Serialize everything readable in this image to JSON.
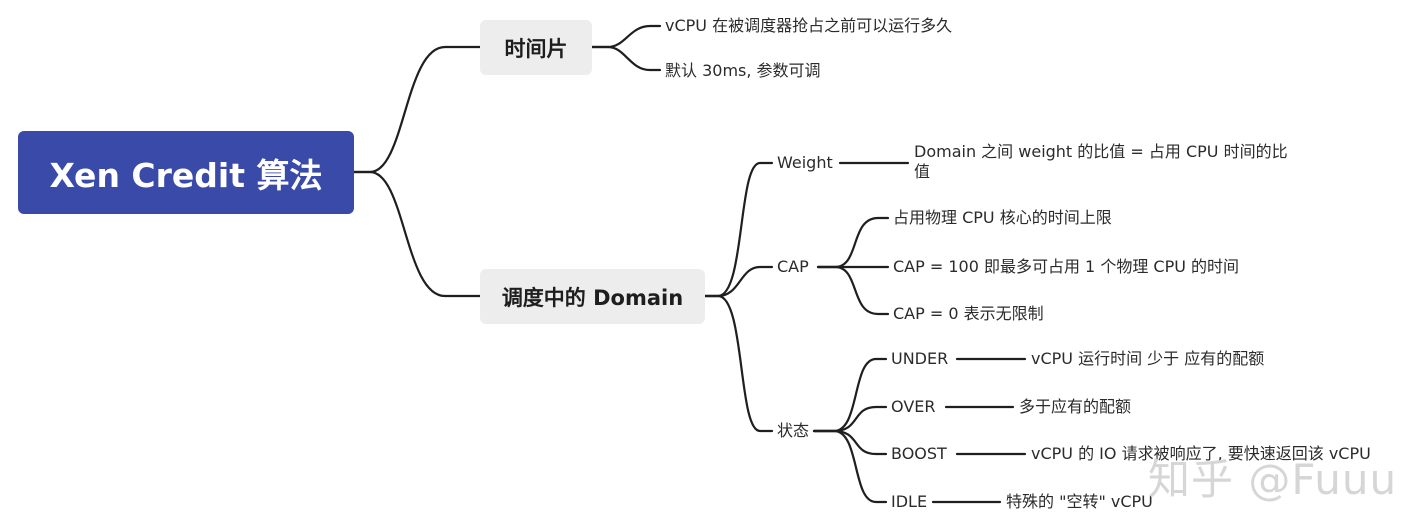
{
  "root": {
    "label": "Xen Credit 算法"
  },
  "time_slice": {
    "label": "时间片",
    "items": [
      "vCPU 在被调度器抢占之前可以运行多久",
      "默认 30ms, 参数可调"
    ]
  },
  "domain": {
    "label": "调度中的 Domain",
    "weight": {
      "label": "Weight",
      "desc": "Domain 之间 weight 的比值 = 占用 CPU 时间的比值"
    },
    "cap": {
      "label": "CAP",
      "items": [
        "占用物理 CPU 核心的时间上限",
        "CAP = 100 即最多可占用 1 个物理 CPU 的时间",
        "CAP = 0 表示无限制"
      ]
    },
    "state": {
      "label": "状态",
      "items": [
        {
          "name": "UNDER",
          "desc": "vCPU 运行时间 少于 应有的配额"
        },
        {
          "name": "OVER",
          "desc": "多于应有的配额"
        },
        {
          "name": "BOOST",
          "desc": "vCPU 的 IO 请求被响应了, 要快速返回该 vCPU"
        },
        {
          "name": "IDLE",
          "desc": "特殊的 \"空转\" vCPU"
        }
      ]
    }
  },
  "watermark": "知乎 @Fuuu"
}
